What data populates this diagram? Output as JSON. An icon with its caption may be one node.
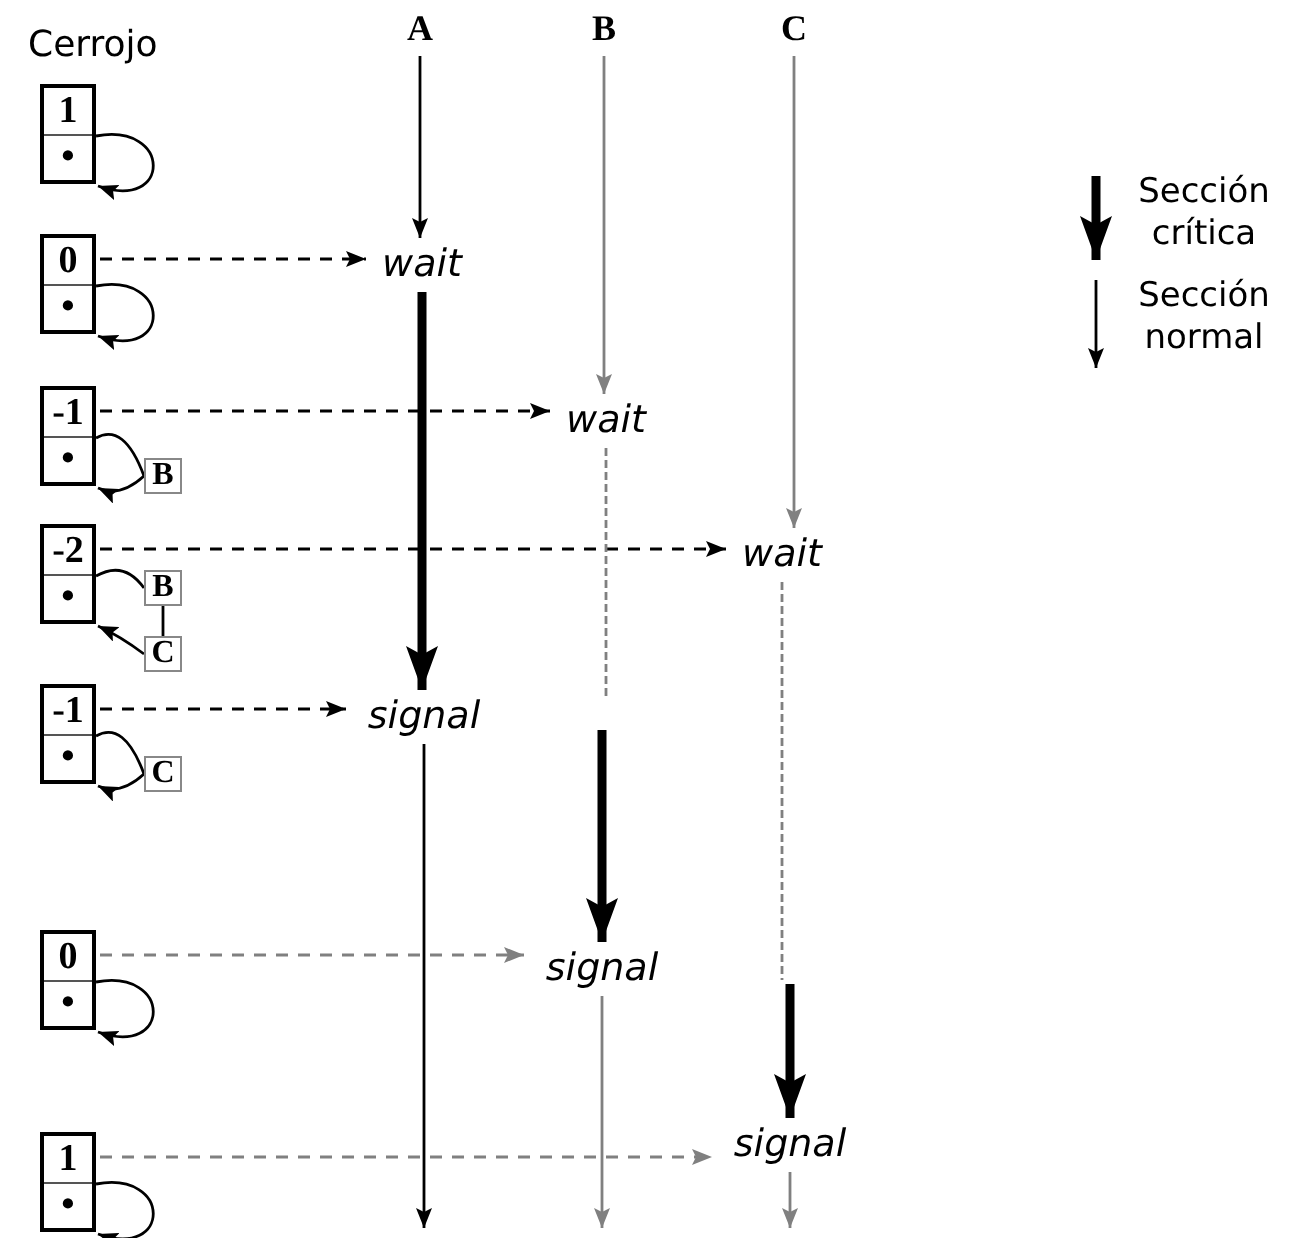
{
  "diagram": {
    "nodes": [
      {
        "text": [
          "A"
        ]
      },
      {
        "text": [
          "B"
        ]
      },
      {
        "text": [
          "C"
        ]
      },
      {
        "text": [
          "1",
          "•"
        ]
      },
      {
        "text": [
          "0",
          "•"
        ]
      },
      {
        "text": [
          "-1",
          "•"
        ]
      },
      {
        "text": [
          "B"
        ]
      },
      {
        "text": [
          "-2",
          "•"
        ]
      },
      {
        "text": [
          "B"
        ]
      },
      {
        "text": [
          "C"
        ]
      },
      {
        "text": [
          "-1",
          "•"
        ]
      },
      {
        "text": [
          "C"
        ]
      },
      {
        "text": [
          "0",
          "•"
        ]
      },
      {
        "text": [
          "1",
          "•"
        ]
      },
      {
        "text": [
          "wait"
        ]
      },
      {
        "text": [
          "wait"
        ]
      },
      {
        "text": [
          "wait"
        ]
      },
      {
        "text": [
          "signal"
        ]
      },
      {
        "text": [
          "signal"
        ]
      },
      {
        "text": [
          "signal"
        ]
      }
    ],
    "edges": [
      {
        "from": 3,
        "to": 3,
        "arrow": "to"
      },
      {
        "from": 4,
        "to": 4,
        "arrow": "to"
      },
      {
        "from": 5,
        "to": 6,
        "arrow": "none"
      },
      {
        "from": 6,
        "to": 5,
        "arrow": "to"
      },
      {
        "from": 7,
        "to": 8,
        "arrow": "none"
      },
      {
        "from": 8,
        "to": 9,
        "arrow": "none"
      },
      {
        "from": 9,
        "to": 7,
        "arrow": "to"
      },
      {
        "from": 10,
        "to": 11,
        "arrow": "none"
      },
      {
        "from": 11,
        "to": 10,
        "arrow": "to"
      },
      {
        "from": 12,
        "to": 12,
        "arrow": "to"
      },
      {
        "from": 13,
        "to": 13,
        "arrow": "to"
      },
      {
        "from": 4,
        "to": 14,
        "arrow": "to",
        "style": "dashed"
      },
      {
        "from": 5,
        "to": 15,
        "arrow": "to",
        "style": "dashed"
      },
      {
        "from": 7,
        "to": 16,
        "arrow": "to",
        "style": "dashed"
      },
      {
        "from": 10,
        "to": 17,
        "arrow": "to",
        "style": "dashed"
      },
      {
        "from": 12,
        "to": 18,
        "arrow": "to",
        "style": "dashed",
        "color": "#808080"
      },
      {
        "from": 13,
        "to": 19,
        "arrow": "to",
        "style": "dashed",
        "color": "#808080"
      },
      {
        "from": 0,
        "to": 14,
        "arrow": "to"
      },
      {
        "from": 14,
        "to": 17,
        "arrow": "to",
        "style": "thick"
      },
      {
        "from": 17,
        "to": null,
        "arrow": "to"
      },
      {
        "from": 1,
        "to": 15,
        "arrow": "to",
        "color": "#808080"
      },
      {
        "from": 15,
        "to": null,
        "arrow": "none",
        "style": "dashed",
        "color": "#808080"
      },
      {
        "from": null,
        "to": 18,
        "arrow": "to",
        "style": "thick"
      },
      {
        "from": 18,
        "to": null,
        "arrow": "to",
        "color": "#808080"
      },
      {
        "from": 2,
        "to": 16,
        "arrow": "to",
        "color": "#808080"
      },
      {
        "from": 16,
        "to": null,
        "arrow": "none",
        "style": "dashed",
        "color": "#808080"
      },
      {
        "from": null,
        "to": 19,
        "arrow": "to",
        "style": "thick"
      },
      {
        "from": 19,
        "to": null,
        "arrow": "to",
        "color": "#808080"
      }
    ],
    "labels": [
      "Cerrojo"
    ],
    "legend": [
      {
        "text": "Sección crítica"
      },
      {
        "text": "Sección normal"
      }
    ]
  }
}
